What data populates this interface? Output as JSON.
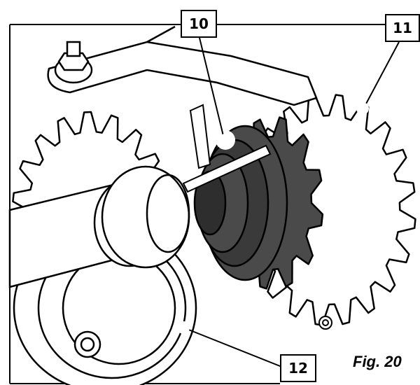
{
  "callouts": [
    {
      "id": "10",
      "label": "10"
    },
    {
      "id": "11",
      "label": "11"
    },
    {
      "id": "12",
      "label": "12"
    }
  ],
  "caption": "Fig. 20",
  "colors": {
    "line": "#000000",
    "dark_part": "#4a4a4a",
    "dark_part_shade": "#2e2e2e",
    "light_fill": "#ffffff"
  }
}
